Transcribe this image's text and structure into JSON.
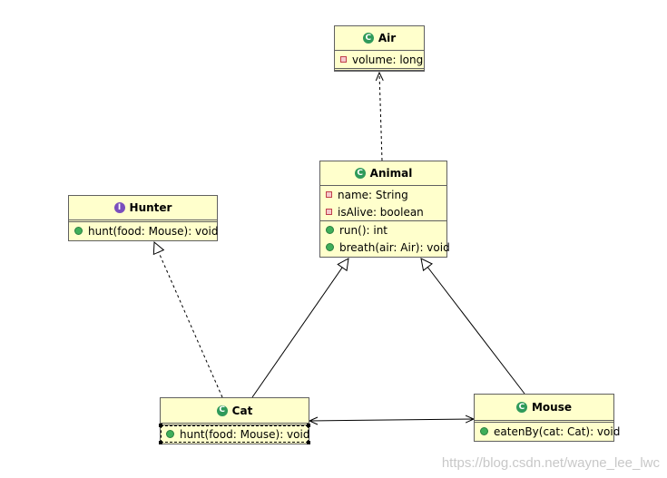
{
  "classes": {
    "air": {
      "name": "Air",
      "fields": [
        "volume: long"
      ],
      "methods": []
    },
    "animal": {
      "name": "Animal",
      "fields": [
        "name: String",
        "isAlive: boolean"
      ],
      "methods": [
        "run(): int",
        "breath(air: Air): void"
      ]
    },
    "hunter": {
      "name": "Hunter",
      "kind": "interface",
      "fields": [],
      "methods": [
        "hunt(food: Mouse): void"
      ]
    },
    "cat": {
      "name": "Cat",
      "fields": [],
      "methods": [
        "hunt(food: Mouse): void"
      ]
    },
    "mouse": {
      "name": "Mouse",
      "fields": [],
      "methods": [
        "eatenBy(cat: Cat): void"
      ]
    }
  },
  "relations": [
    {
      "from": "Animal",
      "to": "Air",
      "type": "dependency"
    },
    {
      "from": "Cat",
      "to": "Hunter",
      "type": "realization"
    },
    {
      "from": "Cat",
      "to": "Animal",
      "type": "generalization"
    },
    {
      "from": "Mouse",
      "to": "Animal",
      "type": "generalization"
    },
    {
      "from": "Cat",
      "to": "Mouse",
      "type": "bidirectional-association"
    }
  ],
  "colors": {
    "box_fill": "#ffffcc",
    "box_border": "#606060",
    "class_icon": "#2f9a5a",
    "interface_icon": "#7a4fbd",
    "field_icon": "#c0404b",
    "method_icon": "#3fae5a"
  },
  "icons": {
    "class": "class-c-icon",
    "interface": "interface-i-icon",
    "field": "private-field-icon",
    "method": "public-method-icon"
  },
  "watermark": "https://blog.csdn.net/wayne_lee_lwc"
}
